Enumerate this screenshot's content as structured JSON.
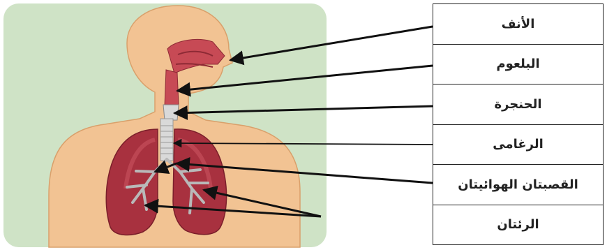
{
  "labels": [
    {
      "id": "nose",
      "text": "الأنف"
    },
    {
      "id": "pharynx",
      "text": "البلعوم"
    },
    {
      "id": "larynx",
      "text": "الحنجرة"
    },
    {
      "id": "trachea",
      "text": "الرغامى"
    },
    {
      "id": "bronchi",
      "text": "القصبتان الهوائيتان"
    },
    {
      "id": "lungs",
      "text": "الرئتان"
    }
  ],
  "colors": {
    "background_panel": "#cfe3c6",
    "skin": "#f2c393",
    "skin_outline": "#d9a06b",
    "lungs": "#a8313f",
    "lungs_light": "#c9545f",
    "airway_pink": "#c74a55",
    "trachea": "#d9d9d9",
    "bronchi": "#b9b9b9",
    "arrow": "#111111"
  }
}
